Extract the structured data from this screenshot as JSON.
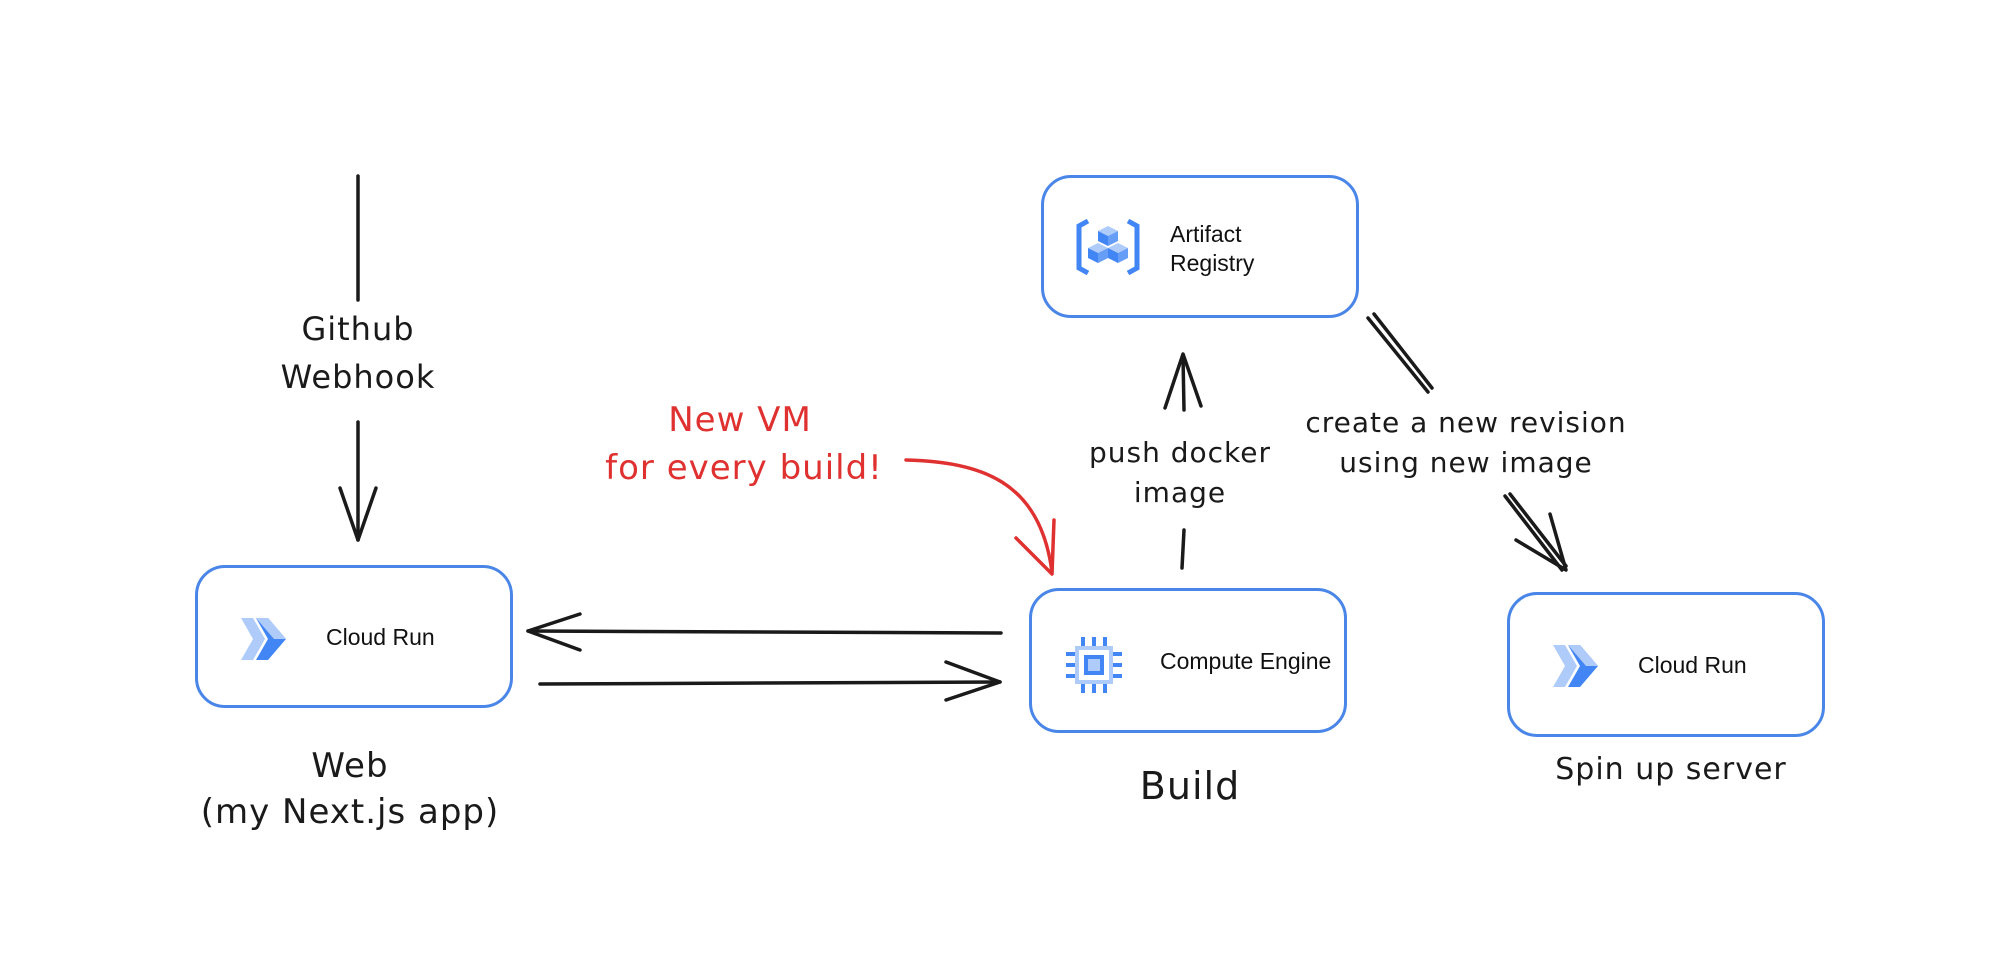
{
  "colors": {
    "box_border": "#4a86e8",
    "ink": "#1a1a1a",
    "accent_red": "#e03131",
    "icon_blue": "#4285f4",
    "icon_light_blue": "#aecbfa"
  },
  "nodes": {
    "web": {
      "label": "Cloud Run",
      "icon": "cloud-run-icon"
    },
    "build": {
      "label": "Compute Engine",
      "icon": "compute-engine-icon"
    },
    "registry": {
      "label_line1": "Artifact",
      "label_line2": "Registry",
      "icon": "artifact-registry-icon"
    },
    "server": {
      "label": "Cloud Run",
      "icon": "cloud-run-icon"
    }
  },
  "annotations": {
    "webhook_line1": "Github",
    "webhook_line2": "Webhook",
    "new_vm_line1": "New VM",
    "new_vm_line2": "for every build!",
    "push_line1": "push docker",
    "push_line2": "image",
    "revision_line1": "create a new revision",
    "revision_line2": "using new image"
  },
  "captions": {
    "web_line1": "Web",
    "web_line2": "(my Next.js app)",
    "build": "Build",
    "server": "Spin up server"
  }
}
